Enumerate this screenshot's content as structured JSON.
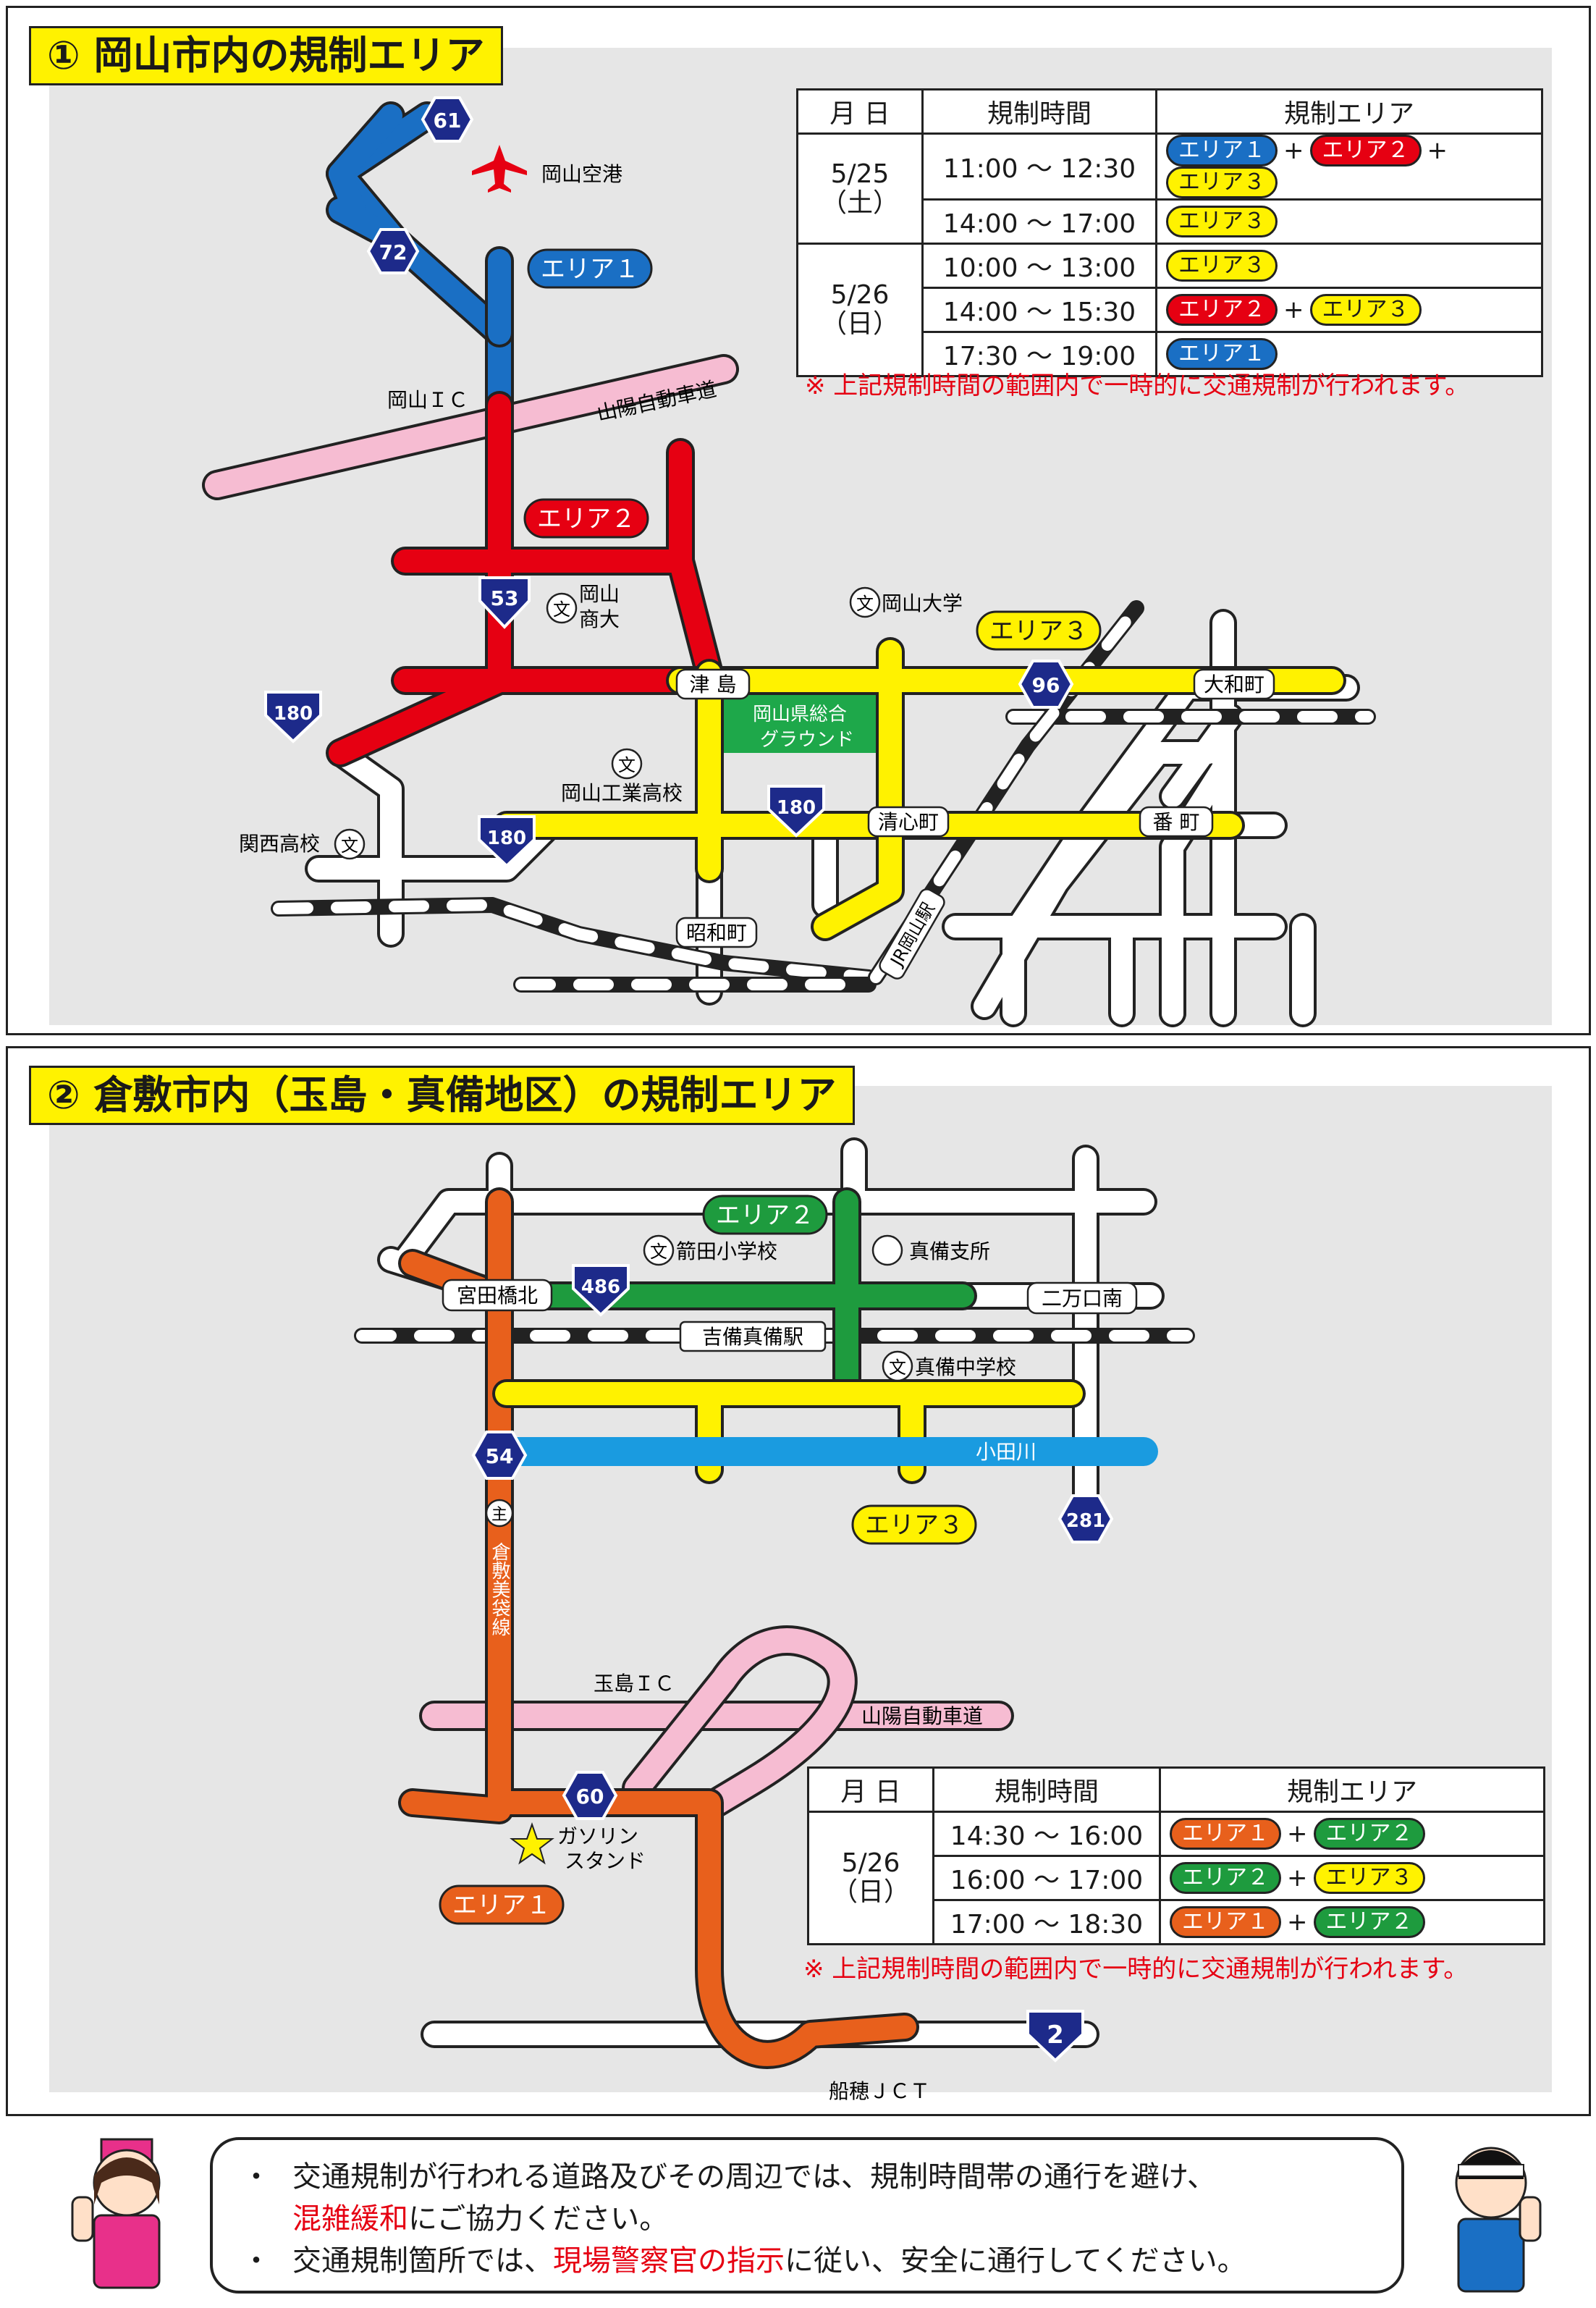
{
  "map1": {
    "title": "① 岡山市内の規制エリア",
    "table": {
      "headers": [
        "月 日",
        "規制時間",
        "規制エリア"
      ],
      "days": [
        {
          "date": "5/25",
          "dow": "（土）",
          "rows": [
            {
              "time": "11:00 ～ 12:30",
              "areas": [
                {
                  "label": "エリア１",
                  "color": "#1a6fc4",
                  "text": "#ffffff"
                },
                {
                  "label": "エリア２",
                  "color": "#e60012",
                  "text": "#ffffff"
                },
                {
                  "label": "エリア３",
                  "color": "#fff200",
                  "text": "#1a1a1a"
                }
              ]
            },
            {
              "time": "14:00 ～ 17:00",
              "areas": [
                {
                  "label": "エリア３",
                  "color": "#fff200",
                  "text": "#1a1a1a"
                }
              ]
            }
          ]
        },
        {
          "date": "5/26",
          "dow": "（日）",
          "rows": [
            {
              "time": "10:00 ～ 13:00",
              "areas": [
                {
                  "label": "エリア３",
                  "color": "#fff200",
                  "text": "#1a1a1a"
                }
              ]
            },
            {
              "time": "14:00 ～ 15:30",
              "areas": [
                {
                  "label": "エリア２",
                  "color": "#e60012",
                  "text": "#ffffff"
                },
                {
                  "label": "エリア３",
                  "color": "#fff200",
                  "text": "#1a1a1a"
                }
              ]
            },
            {
              "time": "17:30 ～ 19:00",
              "areas": [
                {
                  "label": "エリア１",
                  "color": "#1a6fc4",
                  "text": "#ffffff"
                }
              ]
            }
          ]
        }
      ]
    },
    "note": "※ 上記規制時間の範囲内で一時的に交通規制が行われます。",
    "labels": {
      "airport": "岡山空港",
      "area1": "エリア１",
      "area2": "エリア２",
      "area3": "エリア３",
      "ic": "岡山ＩＣ",
      "expressway": "山陽自動車道",
      "shodai_1": "岡山",
      "shodai_2": "商大",
      "univ": "岡山大学",
      "tsushima": "津 島",
      "yamatocho": "大和町",
      "ground_1": "岡山県総合",
      "ground_2": "グラウンド",
      "kogyo": "岡山工業高校",
      "kansai": "関西高校",
      "seishincho": "清心町",
      "bancho": "番 町",
      "showacho": "昭和町",
      "station": "JR岡山駅",
      "school_mark": "文"
    },
    "routes": [
      "61",
      "72",
      "53",
      "180",
      "180",
      "180",
      "96"
    ]
  },
  "map2": {
    "title": "② 倉敷市内（玉島・真備地区）の規制エリア",
    "table": {
      "headers": [
        "月 日",
        "規制時間",
        "規制エリア"
      ],
      "days": [
        {
          "date": "5/26",
          "dow": "（日）",
          "rows": [
            {
              "time": "14:30 ～ 16:00",
              "areas": [
                {
                  "label": "エリア１",
                  "color": "#e8601c",
                  "text": "#ffffff"
                },
                {
                  "label": "エリア２",
                  "color": "#1e9b3e",
                  "text": "#ffffff"
                }
              ]
            },
            {
              "time": "16:00 ～ 17:00",
              "areas": [
                {
                  "label": "エリア２",
                  "color": "#1e9b3e",
                  "text": "#ffffff"
                },
                {
                  "label": "エリア３",
                  "color": "#fff200",
                  "text": "#1a1a1a"
                }
              ]
            },
            {
              "time": "17:00 ～ 18:30",
              "areas": [
                {
                  "label": "エリア１",
                  "color": "#e8601c",
                  "text": "#ffffff"
                },
                {
                  "label": "エリア２",
                  "color": "#1e9b3e",
                  "text": "#ffffff"
                }
              ]
            }
          ]
        }
      ]
    },
    "note": "※ 上記規制時間の範囲内で一時的に交通規制が行われます。",
    "labels": {
      "area1": "エリア１",
      "area2": "エリア２",
      "area3": "エリア３",
      "hayata_school": "箭田小学校",
      "mabi_branch": "真備支所",
      "miyatabashi": "宮田橋北",
      "nimanguchi": "二万口南",
      "station": "吉備真備駅",
      "mabi_jhs": "真備中学校",
      "river": "小田川",
      "ic": "玉島ＩＣ",
      "expressway": "山陽自動車道",
      "gas_1": "ガソリン",
      "gas_2": "スタンド",
      "jct": "船穂ＪＣＴ",
      "main_road_mark": "主",
      "main_road": "倉敷美袋線",
      "school_mark": "文"
    },
    "routes": [
      "486",
      "54",
      "281",
      "60",
      "2"
    ]
  },
  "notice": {
    "line1_prefix": "交通規制が行われる道路及びその周辺では、規制時間帯の通行を避け、",
    "line2_red": "混雑緩和",
    "line2_rest": "にご協力ください。",
    "line3_prefix": "交通規制箇所では、",
    "line3_red": "現場警察官の指示",
    "line3_rest": "に従い、安全に通行してください。",
    "bullet": "・"
  },
  "colors": {
    "area1_map1": "#1a6fc4",
    "area2_map1": "#e60012",
    "area3": "#fff200",
    "area1_map2": "#e8601c",
    "area2_map2": "#1e9b3e",
    "expressway": "#f6bcd2",
    "river": "#1a9be0",
    "route_shield": "#1d2a8a"
  }
}
